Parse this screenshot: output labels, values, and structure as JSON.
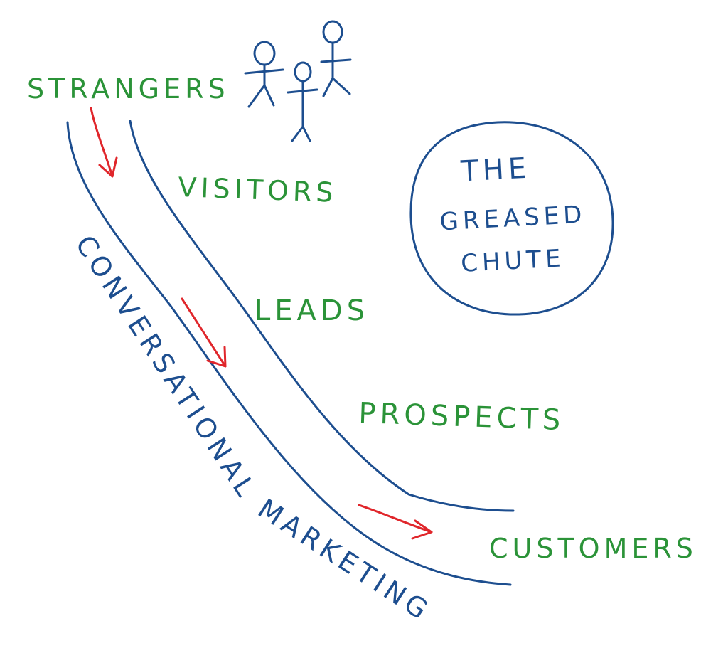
{
  "colors": {
    "ink_blue": "#1d4e8f",
    "ink_green": "#2b9338",
    "ink_red": "#e0262b",
    "background": "#ffffff"
  },
  "stages": [
    {
      "label": "STRANGERS"
    },
    {
      "label": "VISITORS"
    },
    {
      "label": "LEADS"
    },
    {
      "label": "PROSPECTS"
    },
    {
      "label": "CUSTOMERS"
    }
  ],
  "chute_label": {
    "line1": "CONVERSATIONAL",
    "line2": "MARKETING"
  },
  "title_bubble": {
    "line1": "THE",
    "line2": "GREASED",
    "line3": "CHUTE"
  },
  "figures": [
    {
      "icon": "stick-figure-icon"
    },
    {
      "icon": "stick-figure-icon"
    },
    {
      "icon": "stick-figure-icon"
    }
  ],
  "flow_arrows": [
    {
      "icon": "down-arrow-icon"
    },
    {
      "icon": "down-arrow-icon"
    },
    {
      "icon": "right-arrow-icon"
    }
  ]
}
